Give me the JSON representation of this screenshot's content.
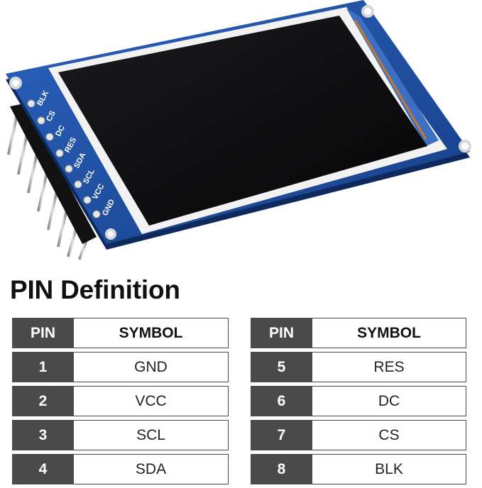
{
  "module": {
    "pin_labels": [
      "GND",
      "VCC",
      "SCL",
      "SDA",
      "RES",
      "DC",
      "CS",
      "BLK"
    ]
  },
  "heading": "PIN Definition",
  "table_header": {
    "pin": "PIN",
    "symbol": "SYMBOL"
  },
  "pins_left": [
    {
      "pin": "1",
      "symbol": "GND"
    },
    {
      "pin": "2",
      "symbol": "VCC"
    },
    {
      "pin": "3",
      "symbol": "SCL"
    },
    {
      "pin": "4",
      "symbol": "SDA"
    }
  ],
  "pins_right": [
    {
      "pin": "5",
      "symbol": "RES"
    },
    {
      "pin": "6",
      "symbol": "DC"
    },
    {
      "pin": "7",
      "symbol": "CS"
    },
    {
      "pin": "8",
      "symbol": "BLK"
    }
  ],
  "colors": {
    "pcb": "#1f4fa0",
    "screen": "#0b0b0c",
    "table_dark": "#4a4a4a"
  }
}
